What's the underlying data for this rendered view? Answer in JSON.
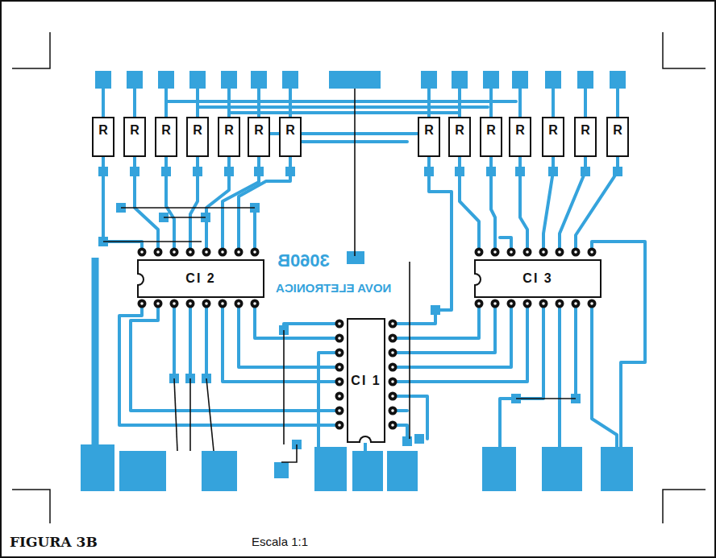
{
  "diagram": {
    "nodes": [
      {
        "text": [
          "R"
        ]
      },
      {
        "text": [
          "R"
        ]
      },
      {
        "text": [
          "R"
        ]
      },
      {
        "text": [
          "R"
        ]
      },
      {
        "text": [
          "R"
        ]
      },
      {
        "text": [
          "R"
        ]
      },
      {
        "text": [
          "R"
        ]
      },
      {
        "text": [
          "R"
        ]
      },
      {
        "text": [
          "R"
        ]
      },
      {
        "text": [
          "R"
        ]
      },
      {
        "text": [
          "R"
        ]
      },
      {
        "text": [
          "R"
        ]
      },
      {
        "text": [
          "R"
        ]
      },
      {
        "text": [
          "R"
        ]
      },
      {
        "text": [
          "CI 2"
        ]
      },
      {
        "text": [
          "CI 3"
        ]
      },
      {
        "text": [
          "CI 1"
        ]
      }
    ],
    "labels": [
      "3060B",
      "NOVA ELETRONICA",
      "FIGURA 3B",
      "Escala 1:1"
    ]
  }
}
